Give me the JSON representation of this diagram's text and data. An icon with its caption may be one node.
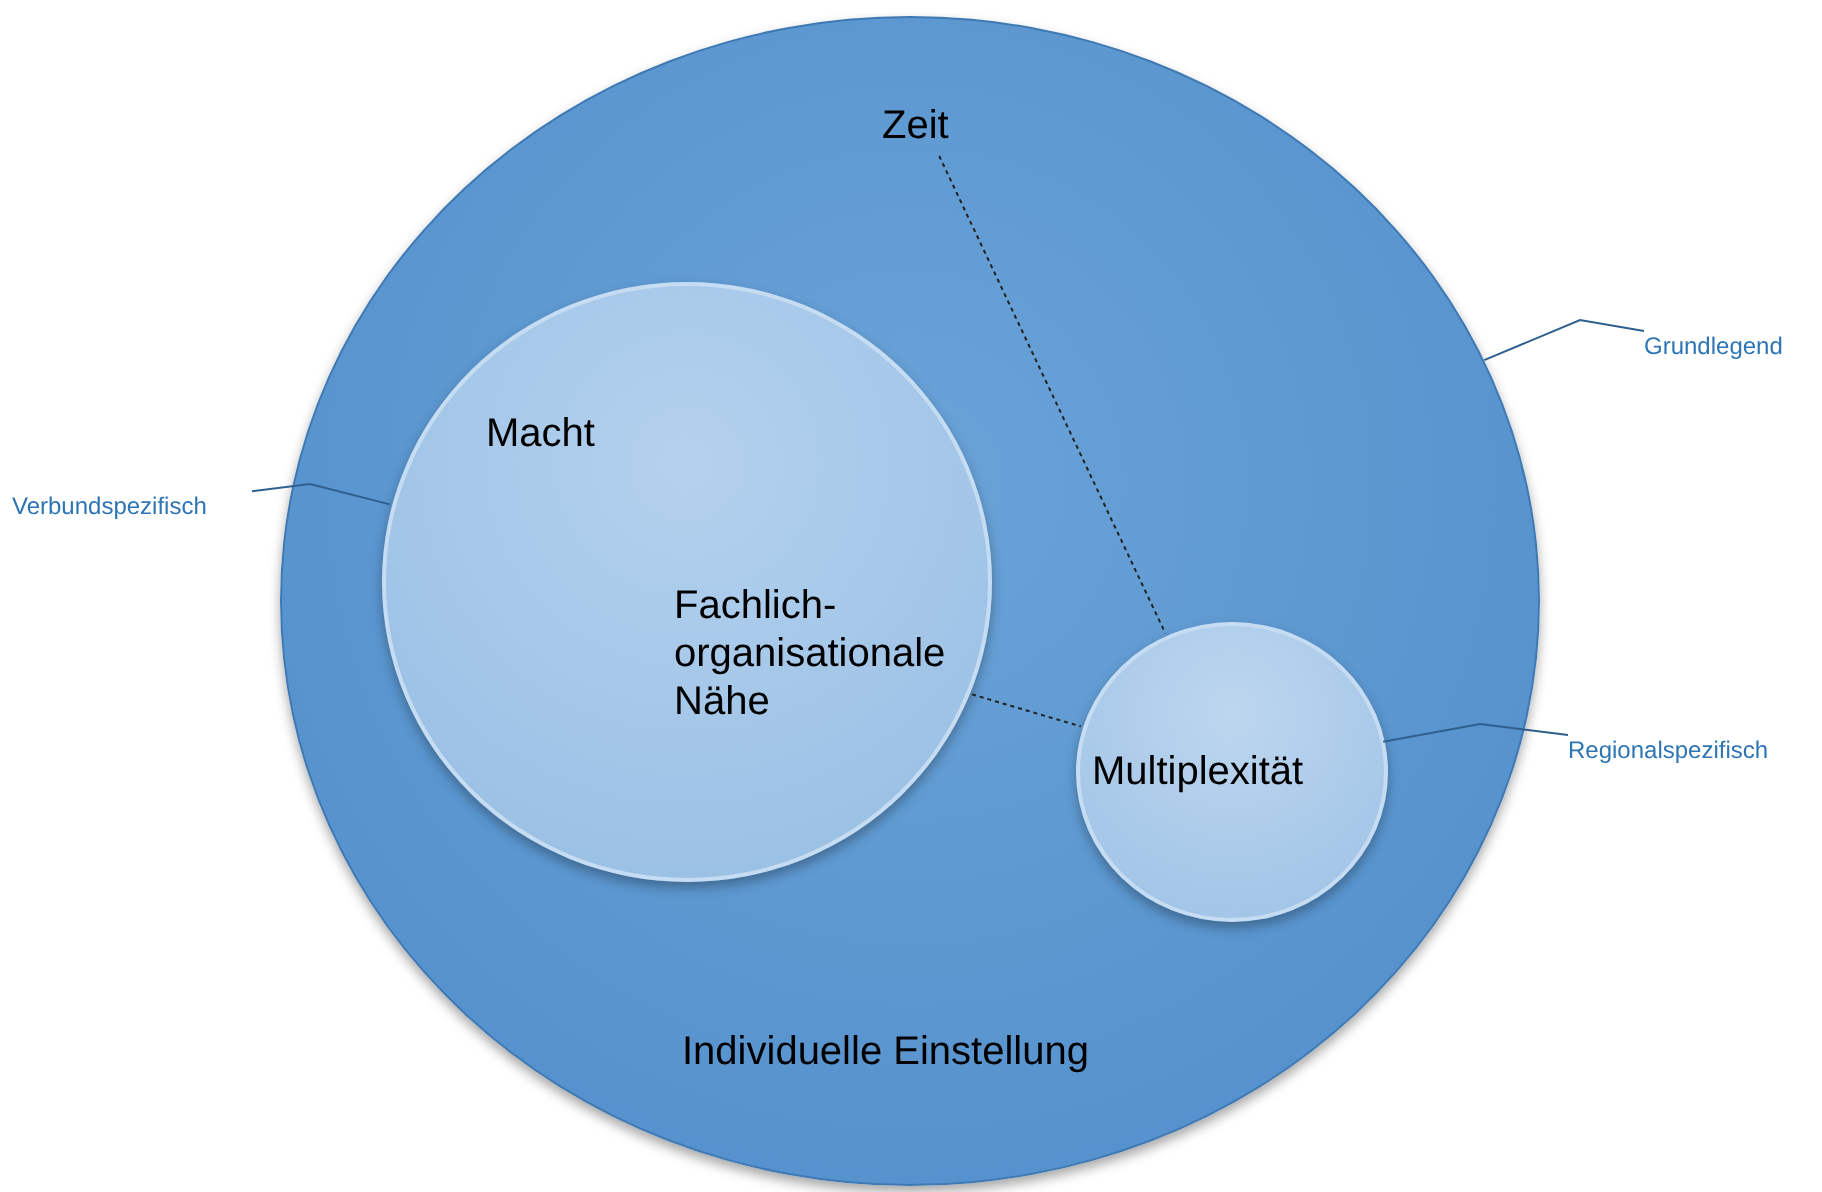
{
  "diagram": {
    "nodes": [
      {
        "text": [
          "Individuelle Einstellung"
        ]
      },
      {
        "text": [
          "Zeit"
        ],
        "in": 0
      },
      {
        "text": [
          "Macht"
        ],
        "in": 0
      },
      {
        "text": [
          "Fachlich-organisationale Nähe"
        ],
        "in": 2
      },
      {
        "text": [
          "Multiplexität"
        ],
        "in": 0
      },
      {
        "text": [
          "Verbundspezifisch"
        ]
      },
      {
        "text": [
          "Grundlegend"
        ]
      },
      {
        "text": [
          "Regionalspezifisch"
        ]
      }
    ],
    "edges": [
      {
        "from": 1,
        "to": 4,
        "arrow": "none",
        "style": "dashed",
        "color": "#222222"
      },
      {
        "from": 3,
        "to": 4,
        "arrow": "none",
        "style": "dashed",
        "color": "#222222"
      },
      {
        "from": 5,
        "to": 2,
        "arrow": "none"
      },
      {
        "from": 6,
        "to": 0,
        "arrow": "none"
      },
      {
        "from": 7,
        "to": 4,
        "arrow": "none"
      }
    ]
  }
}
